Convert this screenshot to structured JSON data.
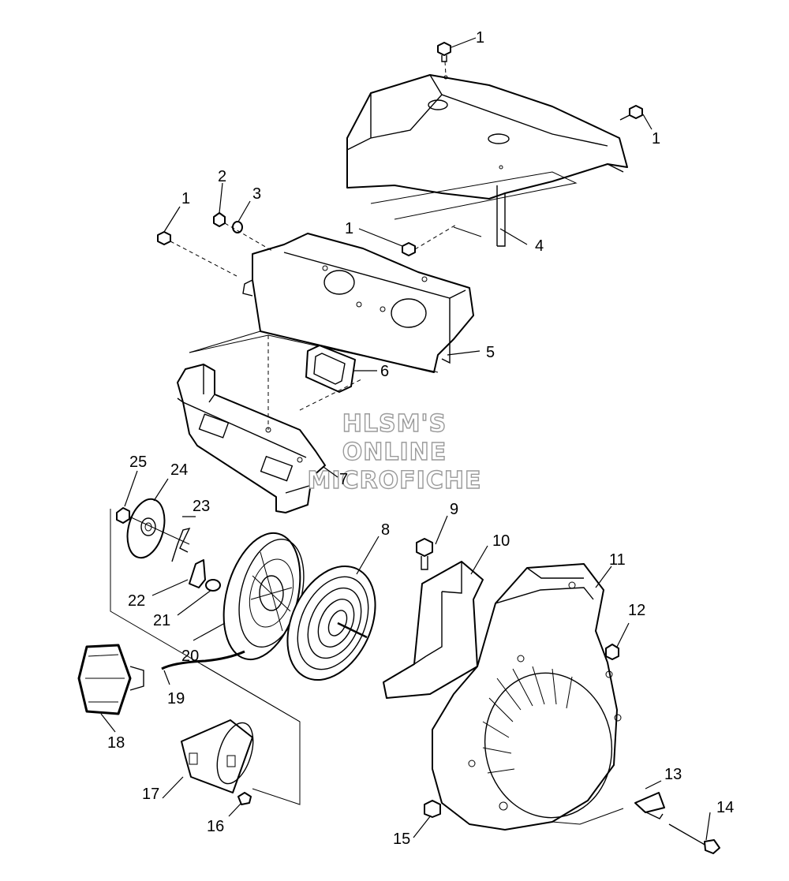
{
  "watermark": [
    "HLSM'S",
    "ONLINE",
    "MICROFICHE"
  ],
  "callouts": [
    {
      "id": "c1a",
      "label": "1"
    },
    {
      "id": "c1b",
      "label": "1"
    },
    {
      "id": "c1c",
      "label": "1"
    },
    {
      "id": "c1d",
      "label": "1"
    },
    {
      "id": "c2",
      "label": "2"
    },
    {
      "id": "c3",
      "label": "3"
    },
    {
      "id": "c4",
      "label": "4"
    },
    {
      "id": "c5",
      "label": "5"
    },
    {
      "id": "c6",
      "label": "6"
    },
    {
      "id": "c7",
      "label": "7"
    },
    {
      "id": "c8",
      "label": "8"
    },
    {
      "id": "c9",
      "label": "9"
    },
    {
      "id": "c10",
      "label": "10"
    },
    {
      "id": "c11",
      "label": "11"
    },
    {
      "id": "c12",
      "label": "12"
    },
    {
      "id": "c13",
      "label": "13"
    },
    {
      "id": "c14",
      "label": "14"
    },
    {
      "id": "c15",
      "label": "15"
    },
    {
      "id": "c16",
      "label": "16"
    },
    {
      "id": "c17",
      "label": "17"
    },
    {
      "id": "c18",
      "label": "18"
    },
    {
      "id": "c19",
      "label": "19"
    },
    {
      "id": "c20",
      "label": "20"
    },
    {
      "id": "c21",
      "label": "21"
    },
    {
      "id": "c22",
      "label": "22"
    },
    {
      "id": "c23",
      "label": "23"
    },
    {
      "id": "c24",
      "label": "24"
    },
    {
      "id": "c25",
      "label": "25"
    }
  ]
}
